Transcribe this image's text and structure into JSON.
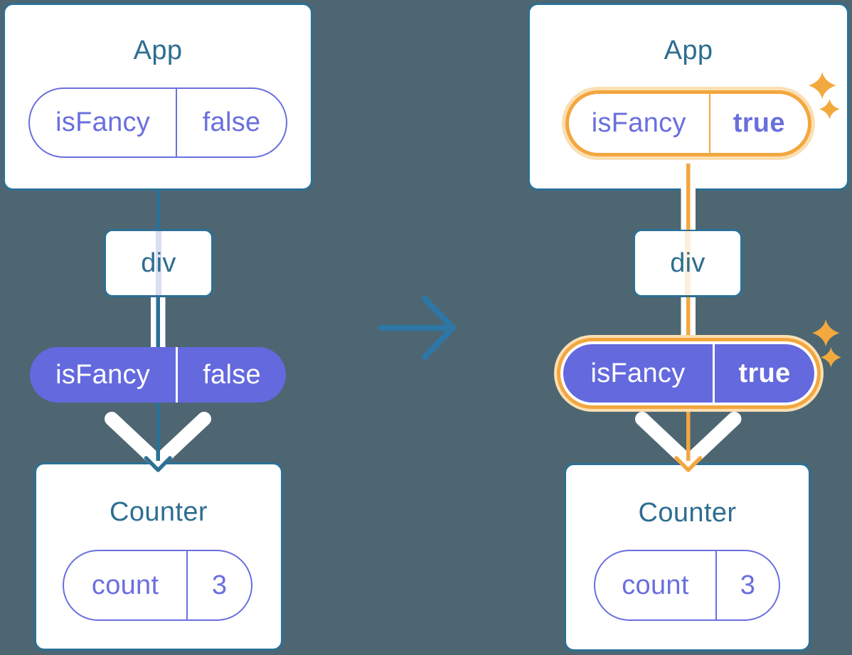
{
  "colors": {
    "background": "#4d6672",
    "card_border_teal": "#2d7094",
    "component_title_teal": "#2d6e91",
    "state_purple_fill": "#6469de",
    "state_purple_text": "#6a6fde",
    "highlight_orange": "#f3a63e",
    "highlight_halo": "#fbdfb2",
    "transition_arrow_blue": "#2e76a6",
    "prop_line_white": "#ffffff"
  },
  "icons": {
    "transition_arrow": "arrow-right-icon",
    "highlight_sparkles": "sparkle-icon",
    "prop_flow_arrowhead": "arrow-down-icon"
  },
  "before": {
    "app": {
      "title": "App",
      "state": {
        "label": "isFancy",
        "value": "false"
      }
    },
    "div": {
      "label": "div"
    },
    "prop_pill": {
      "label": "isFancy",
      "value": "false"
    },
    "counter": {
      "title": "Counter",
      "state": {
        "label": "count",
        "value": "3"
      }
    }
  },
  "after": {
    "app": {
      "title": "App",
      "state": {
        "label": "isFancy",
        "value": "true"
      }
    },
    "div": {
      "label": "div"
    },
    "prop_pill": {
      "label": "isFancy",
      "value": "true"
    },
    "counter": {
      "title": "Counter",
      "state": {
        "label": "count",
        "value": "3"
      }
    }
  }
}
